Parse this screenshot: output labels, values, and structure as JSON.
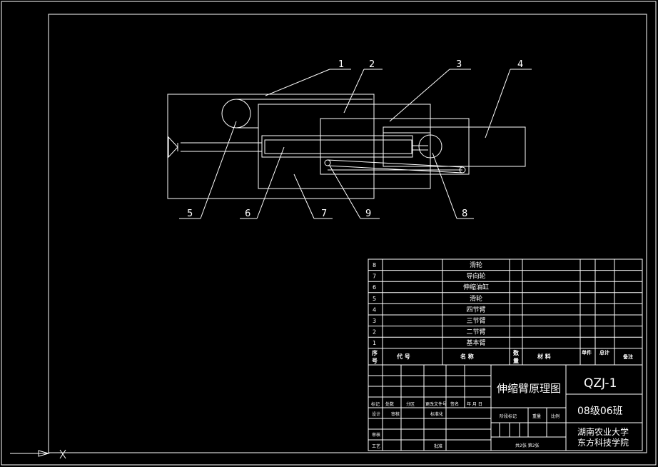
{
  "callouts": [
    "1",
    "2",
    "3",
    "4",
    "5",
    "6",
    "7",
    "8",
    "9"
  ],
  "parts": [
    {
      "no": "8",
      "name": "滑轮"
    },
    {
      "no": "7",
      "name": "导向轮"
    },
    {
      "no": "6",
      "name": "伸缩油缸"
    },
    {
      "no": "5",
      "name": "滑轮"
    },
    {
      "no": "4",
      "name": "四节臂"
    },
    {
      "no": "3",
      "name": "三节臂"
    },
    {
      "no": "2",
      "name": "二节臂"
    },
    {
      "no": "1",
      "name": "基本臂"
    }
  ],
  "header": {
    "seq": "序号",
    "code": "代  号",
    "name": "名  称",
    "qty": "数量",
    "material": "材  料",
    "unit_weight": "单件",
    "total_weight": "总计",
    "remark": "备注"
  },
  "title_block": {
    "drawing_title": "伸缩臂原理图",
    "drawing_code": "QZJ-1",
    "class_name": "08级06班",
    "school_line1": "湖南农业大学",
    "school_line2": "东方科技学院",
    "mark": "标记",
    "count": "处数",
    "zone": "分区",
    "change_doc": "更改文件号",
    "sign": "签名",
    "date": "年 月 日",
    "design": "设计",
    "std": "标准化",
    "stage_mark": "阶段标记",
    "weight": "重量",
    "scale": "比例",
    "review": "审核",
    "process": "工艺",
    "approve": "批准",
    "sheets": "共2张 第2张"
  }
}
